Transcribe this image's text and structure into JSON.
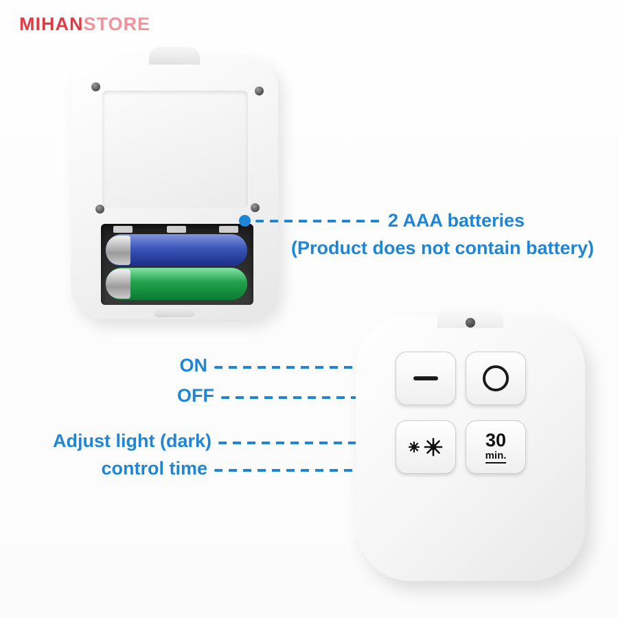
{
  "logo": {
    "part1": "MIHAN",
    "part2": "STORE",
    "color_primary": "#e03a45",
    "color_secondary": "#f2939c"
  },
  "colors": {
    "annotation_blue": "#1f86d6",
    "battery_blue": "#2b3f9e",
    "battery_green": "#18953f",
    "device_white": "#f5f5f5"
  },
  "battery_annotation": {
    "line1": "2 AAA batteries",
    "line2": "(Product does not contain battery)"
  },
  "remote_annotations": {
    "on": "ON",
    "off": "OFF",
    "adjust": "Adjust light (dark)",
    "control": "control time"
  },
  "remote": {
    "timer_value": "30",
    "timer_unit": "min."
  }
}
